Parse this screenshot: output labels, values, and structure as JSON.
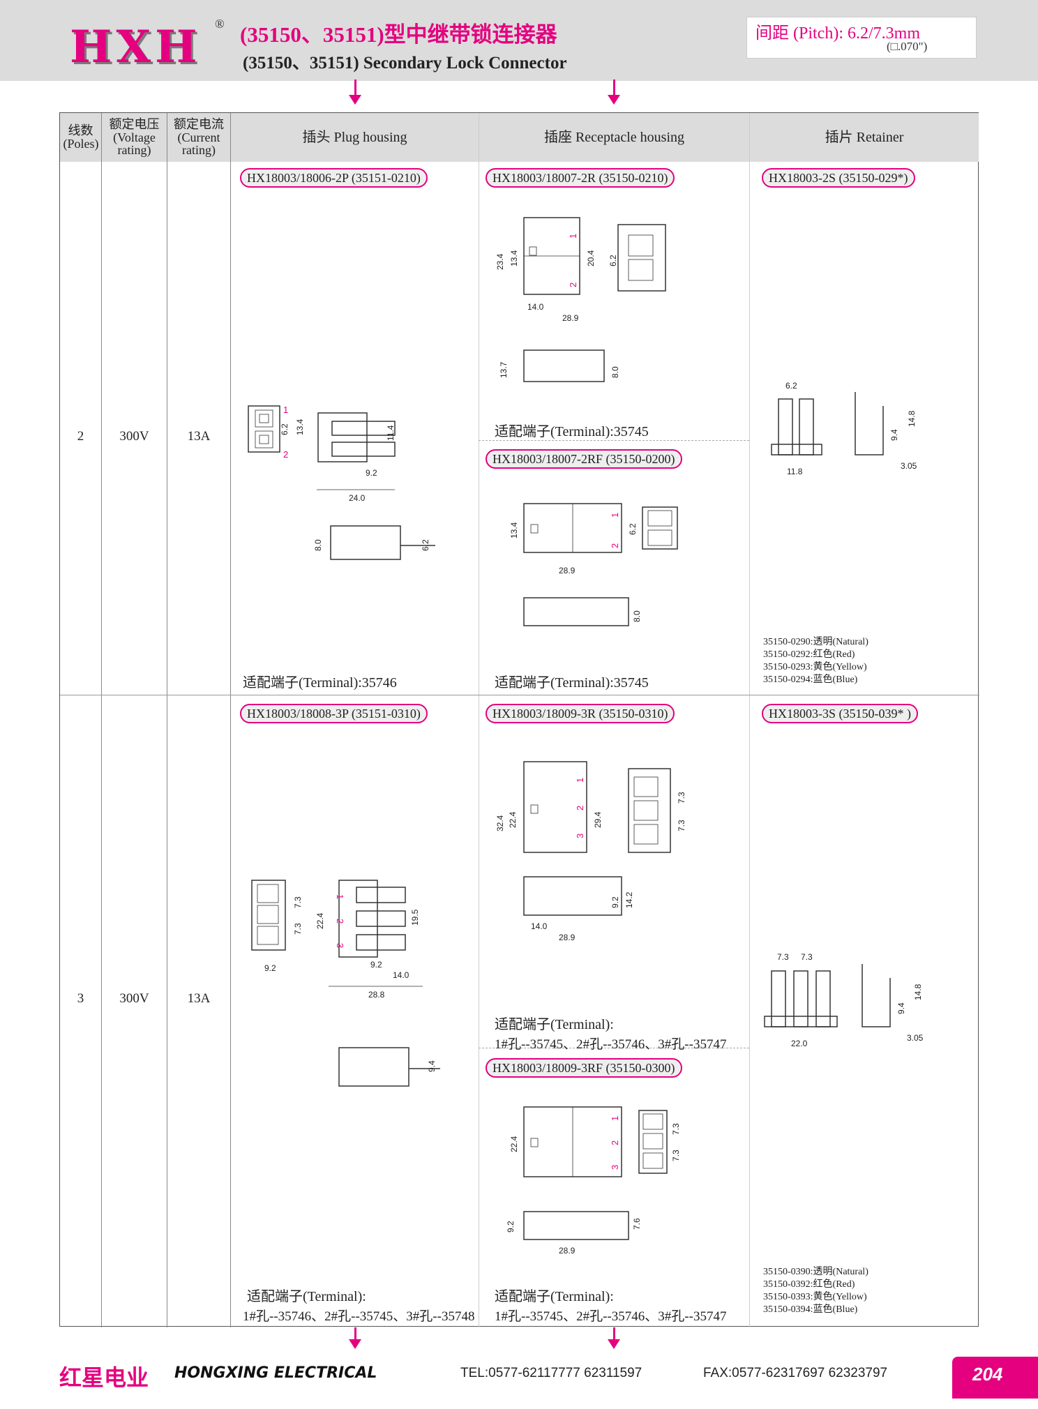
{
  "header": {
    "logo": "HXH",
    "registered": "®",
    "title_cn": "(35150、35151)型中继带锁连接器",
    "title_en": "(35150、35151) Secondary Lock Connector",
    "pitch": "间距 (Pitch): 6.2/7.3mm",
    "pitch_sub": "(□.070\")"
  },
  "columns": {
    "poles": "线数 (Poles)",
    "voltage": "额定电压 (Voltage rating)",
    "current": "额定电流 (Current rating)",
    "plug": "插头  Plug housing",
    "receptacle": "插座  Receptacle housing",
    "retainer": "插片  Retainer"
  },
  "rows": [
    {
      "poles": "2",
      "voltage": "300V",
      "current": "13A",
      "plug_part": "HX18003/18006-2P (35151-0210)",
      "recep_part": "HX18003/18007-2R (35150-0210)",
      "recep_term": "适配端子(Terminal):35745",
      "recep_part2": "HX18003/18007-2RF (35150-0200)",
      "retainer_part": "HX18003-2S (35150-029*)",
      "plug_term": "适配端子(Terminal):35746",
      "recep_term2": "适配端子(Terminal):35745",
      "colors": [
        "35150-0290:透明(Natural)",
        "35150-0292:红色(Red)",
        "35150-0293:黄色(Yellow)",
        "35150-0294:蓝色(Blue)"
      ]
    },
    {
      "poles": "3",
      "voltage": "300V",
      "current": "13A",
      "plug_part": "HX18003/18008-3P (35151-0310)",
      "recep_part": "HX18003/18009-3R (35150-0310)",
      "recep_term_a": "适配端子(Terminal):",
      "recep_term_b": "1#孔--35745、2#孔--35746、3#孔--35747",
      "recep_part2": "HX18003/18009-3RF (35150-0300)",
      "retainer_part": "HX18003-3S (35150-039* )",
      "plug_term_a": "适配端子(Terminal):",
      "plug_term_b": "1#孔--35746、2#孔--35745、3#孔--35748",
      "recep_term2_a": "适配端子(Terminal):",
      "recep_term2_b": "1#孔--35745、2#孔--35746、3#孔--35747",
      "colors": [
        "35150-0390:透明(Natural)",
        "35150-0392:红色(Red)",
        "35150-0393:黄色(Yellow)",
        "35150-0394:蓝色(Blue)"
      ]
    }
  ],
  "dims": {
    "r1_plug": [
      "6.2",
      "13.4",
      "11.4",
      "9.2",
      "24.0",
      "8.0",
      "6.2",
      "1",
      "2"
    ],
    "r1_recep": [
      "23.4",
      "13.4",
      "20.4",
      "6.2",
      "14.0",
      "28.9",
      "13.7",
      "8.0",
      "1",
      "2"
    ],
    "r1_recep2": [
      "13.4",
      "6.2",
      "28.9",
      "8.0",
      "1",
      "2"
    ],
    "r1_ret": [
      "6.2",
      "11.8",
      "9.4",
      "14.8",
      "3.05"
    ],
    "r2_plug": [
      "7.3",
      "7.3",
      "9.2",
      "22.4",
      "19.5",
      "9.2",
      "14.0",
      "28.8",
      "9.4",
      "1",
      "2",
      "3"
    ],
    "r2_recep": [
      "32.4",
      "22.4",
      "29.4",
      "7.3",
      "7.3",
      "9.2",
      "14.2",
      "14.0",
      "28.9",
      "1",
      "2",
      "3"
    ],
    "r2_recep2": [
      "22.4",
      "7.3",
      "7.3",
      "9.2",
      "7.6",
      "28.9",
      "1",
      "2",
      "3"
    ],
    "r2_ret": [
      "7.3",
      "7.3",
      "22.0",
      "9.4",
      "14.8",
      "3.05"
    ]
  },
  "footer": {
    "company_cn": "红星电业",
    "company_en": "HONGXING ELECTRICAL",
    "tel": "TEL:0577-62117777   62311597",
    "fax": "FAX:0577-62317697   62323797",
    "page": "204"
  }
}
